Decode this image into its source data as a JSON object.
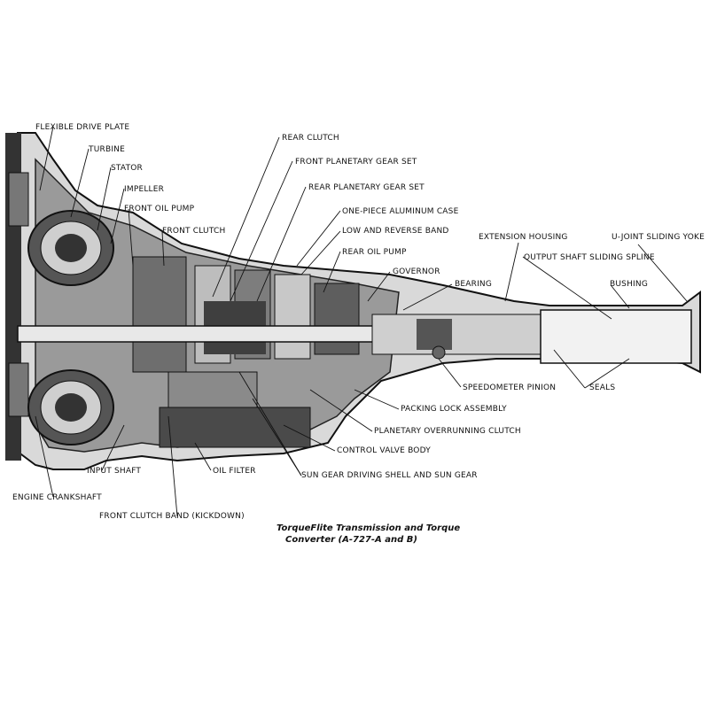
{
  "diagram": {
    "labels": {
      "flexible_drive_plate": "FLEXIBLE DRIVE PLATE",
      "turbine": "TURBINE",
      "stator": "STATOR",
      "impeller": "IMPELLER",
      "front_oil_pump": "FRONT OIL PUMP",
      "front_clutch": "FRONT CLUTCH",
      "rear_clutch": "REAR CLUTCH",
      "front_planetary_gear_set": "FRONT PLANETARY GEAR SET",
      "rear_planetary_gear_set": "REAR PLANETARY GEAR SET",
      "one_piece_aluminum_case": "ONE-PIECE ALUMINUM CASE",
      "low_and_reverse_band": "LOW AND REVERSE BAND",
      "rear_oil_pump": "REAR OIL PUMP",
      "governor": "GOVERNOR",
      "bearing": "BEARING",
      "extension_housing": "EXTENSION HOUSING",
      "u_joint_sliding_yoke": "U-JOINT SLIDING YOKE",
      "output_shaft_sliding_spline": "OUTPUT SHAFT SLIDING SPLINE",
      "bushing": "BUSHING",
      "speedometer_pinion": "SPEEDOMETER PINION",
      "seals": "SEALS",
      "packing_lock_assembly": "PACKING LOCK ASSEMBLY",
      "planetary_overrunning_clutch": "PLANETARY OVERRUNNING CLUTCH",
      "control_valve_body": "CONTROL VALVE BODY",
      "sun_gear_driving_shell": "SUN GEAR DRIVING SHELL AND SUN GEAR",
      "oil_filter": "OIL FILTER",
      "input_shaft": "INPUT SHAFT",
      "engine_crankshaft": "ENGINE CRANKSHAFT",
      "front_clutch_band": "FRONT CLUTCH BAND (KICKDOWN)"
    },
    "caption": {
      "line1": "TorqueFlite Transmission and Torque",
      "line2": "Converter (A-727-A and B)"
    }
  }
}
